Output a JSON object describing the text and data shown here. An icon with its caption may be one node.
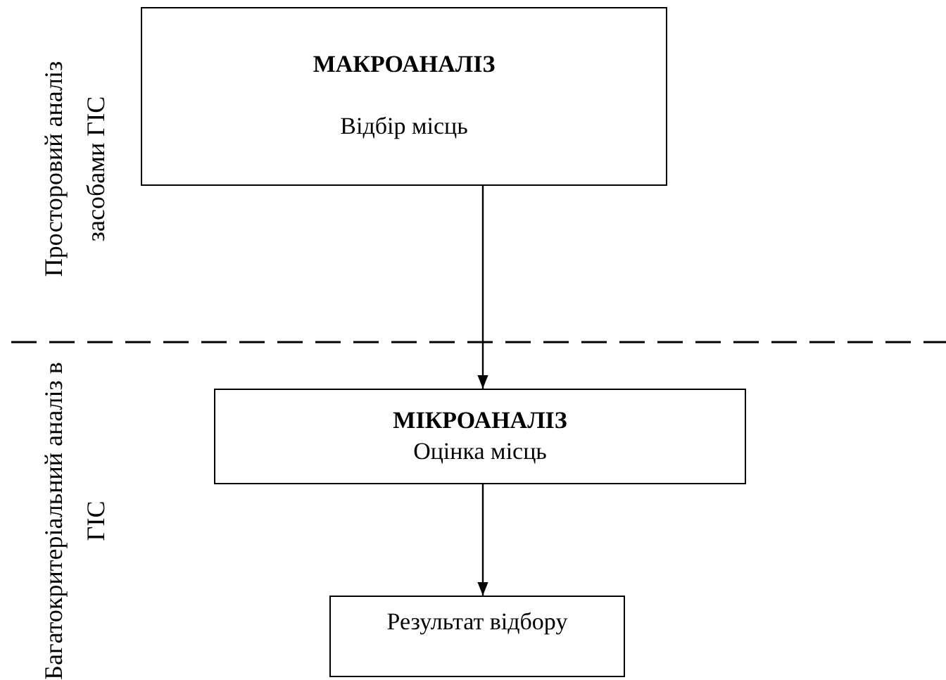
{
  "diagram": {
    "nodes": [
      {
        "text": [
          "МАКРОАНАЛІЗ",
          "Відбір місць"
        ]
      },
      {
        "text": [
          "МІКРОАНАЛІЗ",
          "Оцінка місць"
        ]
      },
      {
        "text": [
          "Результат відбору"
        ]
      }
    ],
    "edges": [
      {
        "from": 0,
        "to": 1,
        "arrow": "to"
      },
      {
        "from": 1,
        "to": 2,
        "arrow": "to"
      }
    ],
    "labels": [
      "Просторовий аналіз засобами ГІС",
      "Багатокритеріальний аналіз в  ГІС"
    ]
  }
}
